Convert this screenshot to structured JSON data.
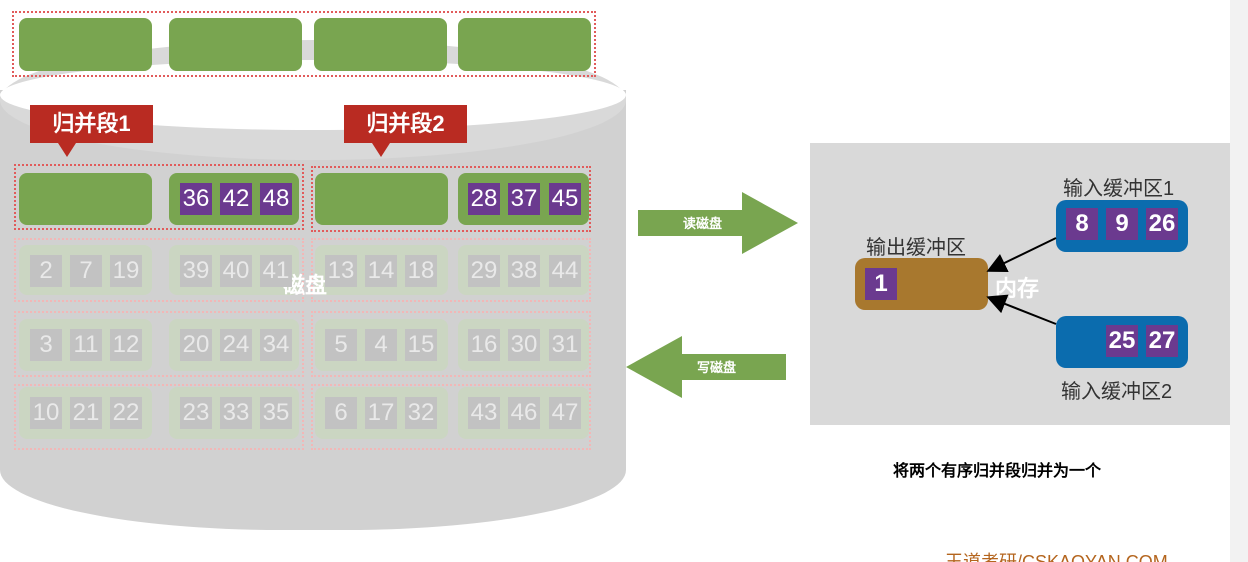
{
  "disk": {
    "label": "磁盘",
    "top_buffers_count": 4,
    "merge_segment_1_label": "归并段1",
    "merge_segment_2_label": "归并段2",
    "rows": [
      {
        "seg1_left": [],
        "seg1_right": [
          "36",
          "42",
          "48"
        ],
        "seg2_left": [],
        "seg2_right": [
          "28",
          "37",
          "45"
        ]
      },
      {
        "seg1_left": [
          "2",
          "7",
          "19"
        ],
        "seg1_right": [
          "39",
          "40",
          "41"
        ],
        "seg2_left": [
          "13",
          "14",
          "18"
        ],
        "seg2_right": [
          "29",
          "38",
          "44"
        ]
      },
      {
        "seg1_left": [
          "3",
          "11",
          "12"
        ],
        "seg1_right": [
          "20",
          "24",
          "34"
        ],
        "seg2_left": [
          "5",
          "4",
          "15"
        ],
        "seg2_right": [
          "16",
          "30",
          "31"
        ]
      },
      {
        "seg1_left": [
          "10",
          "21",
          "22"
        ],
        "seg1_right": [
          "23",
          "33",
          "35"
        ],
        "seg2_left": [
          "6",
          "17",
          "32"
        ],
        "seg2_right": [
          "43",
          "46",
          "47"
        ]
      }
    ]
  },
  "arrows": {
    "read_label": "读磁盘",
    "write_label": "写磁盘"
  },
  "memory": {
    "label": "内存",
    "output_buffer_label": "输出缓冲区",
    "output_buffer_values": [
      "1"
    ],
    "input_buffer_1_label": "输入缓冲区1",
    "input_buffer_1_values": [
      "8",
      "9",
      "26"
    ],
    "input_buffer_2_label": "输入缓冲区2",
    "input_buffer_2_values": [
      "25",
      "27"
    ]
  },
  "caption": "将两个有序归并段归并为一个",
  "footer": "王道考研/CSKAOYAN.COM",
  "colors": {
    "green_block": "#79a550",
    "purple_cell": "#6b3a8f",
    "red_tag": "#b92b22",
    "blue_buffer": "#0b6cae",
    "brown_buffer": "#a8782e",
    "arrow_green": "#79a550"
  }
}
